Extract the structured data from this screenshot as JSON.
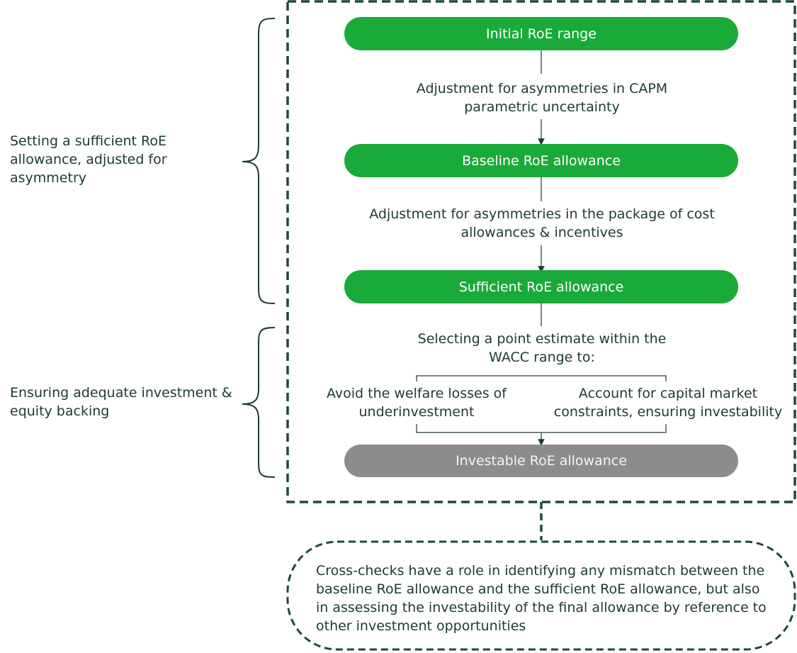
{
  "brackets": {
    "top_label": "Setting a sufficient RoE allowance, adjusted for asymmetry",
    "bottom_label": "Ensuring adequate investment & equity backing"
  },
  "nodes": {
    "initial": "Initial RoE range",
    "baseline": "Baseline RoE allowance",
    "sufficient": "Sufficient RoE allowance",
    "investable": "Investable RoE allowance"
  },
  "steps": {
    "capm_adjustment": "Adjustment for asymmetries in CAPM parametric uncertainty",
    "package_adjustment": "Adjustment for asymmetries in the package of cost allowances & incentives",
    "point_estimate": "Selecting a point estimate within the WACC range to:",
    "option_welfare": "Avoid the welfare losses of underinvestment",
    "option_capital": "Account for capital market constraints, ensuring investability"
  },
  "cross_check": "Cross-checks have a role in identifying any mismatch between the baseline RoE allowance and the sufficient RoE allowance, but also in assessing the investability of the final allowance by reference to other investment opportunities",
  "colors": {
    "green": "#1aaa3a",
    "grey": "#8c8c8c",
    "dark_green": "#1e4a32",
    "text": "#1e3a2c"
  }
}
